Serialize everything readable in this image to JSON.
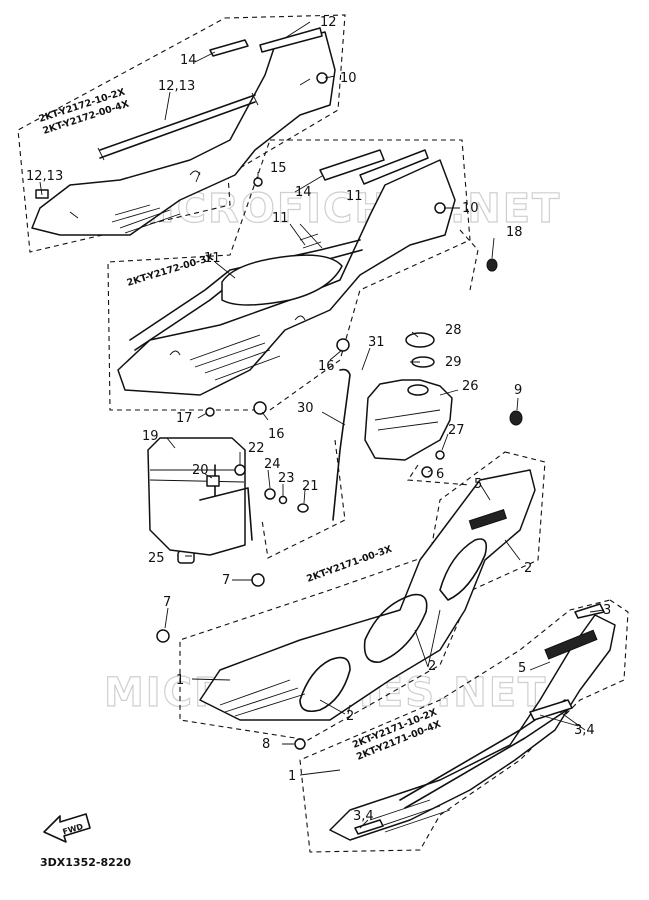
{
  "diagram": {
    "reference_code": "3DX1352-8220",
    "watermark": "MICROFICHES.NET",
    "fwd_label": "FWD",
    "callouts": [
      {
        "id": "c12a",
        "text": "12"
      },
      {
        "id": "c14a",
        "text": "14"
      },
      {
        "id": "c10a",
        "text": "10"
      },
      {
        "id": "c1213a",
        "text": "12,13"
      },
      {
        "id": "c1213b",
        "text": "12,13"
      },
      {
        "id": "c15",
        "text": "15"
      },
      {
        "id": "c14b",
        "text": "14"
      },
      {
        "id": "c11a",
        "text": "11"
      },
      {
        "id": "c10b",
        "text": "10"
      },
      {
        "id": "c18",
        "text": "18"
      },
      {
        "id": "c11b",
        "text": "11"
      },
      {
        "id": "c11c",
        "text": "11"
      },
      {
        "id": "c16a",
        "text": "16"
      },
      {
        "id": "c31",
        "text": "31"
      },
      {
        "id": "c28",
        "text": "28"
      },
      {
        "id": "c29",
        "text": "29"
      },
      {
        "id": "c26",
        "text": "26"
      },
      {
        "id": "c9",
        "text": "9"
      },
      {
        "id": "c30",
        "text": "30"
      },
      {
        "id": "c17",
        "text": "17"
      },
      {
        "id": "c16b",
        "text": "16"
      },
      {
        "id": "c27",
        "text": "27"
      },
      {
        "id": "c19",
        "text": "19"
      },
      {
        "id": "c22",
        "text": "22"
      },
      {
        "id": "c6",
        "text": "6"
      },
      {
        "id": "c20",
        "text": "20"
      },
      {
        "id": "c24",
        "text": "24"
      },
      {
        "id": "c23",
        "text": "23"
      },
      {
        "id": "c21",
        "text": "21"
      },
      {
        "id": "c5a",
        "text": "5"
      },
      {
        "id": "c2a",
        "text": "2"
      },
      {
        "id": "c25",
        "text": "25"
      },
      {
        "id": "c7a",
        "text": "7"
      },
      {
        "id": "c7b",
        "text": "7"
      },
      {
        "id": "c3",
        "text": "3"
      },
      {
        "id": "c1a",
        "text": "1"
      },
      {
        "id": "c2b",
        "text": "2"
      },
      {
        "id": "c5b",
        "text": "5"
      },
      {
        "id": "c2c",
        "text": "2"
      },
      {
        "id": "c34a",
        "text": "3,4"
      },
      {
        "id": "c8",
        "text": "8"
      },
      {
        "id": "c1b",
        "text": "1"
      },
      {
        "id": "c34b",
        "text": "3,4"
      }
    ],
    "part_codes": [
      {
        "id": "pc1",
        "text": "2KT-Y2172-10-2X"
      },
      {
        "id": "pc2",
        "text": "2KT-Y2172-00-4X"
      },
      {
        "id": "pc3",
        "text": "2KT-Y2172-00-3X"
      },
      {
        "id": "pc4",
        "text": "2KT-Y2171-00-3X"
      },
      {
        "id": "pc5",
        "text": "2KT-Y2171-10-2X"
      },
      {
        "id": "pc6",
        "text": "2KT-Y2171-00-4X"
      }
    ]
  }
}
